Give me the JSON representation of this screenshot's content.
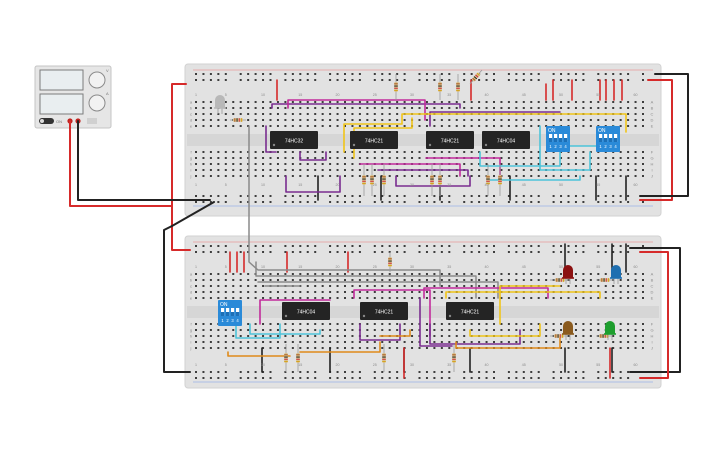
{
  "power_supply": {
    "power_label": "ON",
    "dial_marks": [
      "V",
      "A"
    ]
  },
  "breadboards": [
    {
      "name": "top",
      "row_letters_left": [
        "a",
        "b",
        "c",
        "d",
        "e",
        "f",
        "g",
        "h",
        "i",
        "j"
      ],
      "row_letters_right": [
        "A",
        "B",
        "C",
        "D",
        "E",
        "F",
        "G",
        "H",
        "I",
        "J"
      ],
      "column_numbers": [
        "1",
        "5",
        "10",
        "15",
        "20",
        "25",
        "30",
        "35",
        "40",
        "45",
        "50",
        "55",
        "60"
      ]
    },
    {
      "name": "bottom",
      "row_letters_left": [
        "a",
        "b",
        "c",
        "d",
        "e",
        "f",
        "g",
        "h",
        "i",
        "j"
      ],
      "row_letters_right": [
        "A",
        "B",
        "C",
        "D",
        "E",
        "F",
        "G",
        "H",
        "I",
        "J"
      ],
      "column_numbers": [
        "1",
        "5",
        "10",
        "15",
        "20",
        "25",
        "30",
        "35",
        "40",
        "45",
        "50",
        "55",
        "60"
      ]
    }
  ],
  "chips_top": [
    "74HC32",
    "74HC21",
    "74HC21",
    "74HC04"
  ],
  "chips_bottom": [
    "74HC04",
    "74HC21",
    "74HC21"
  ],
  "dip_switch": {
    "on_label": "ON",
    "positions": [
      "1",
      "2",
      "3",
      "4"
    ]
  },
  "led_colors": {
    "red": "#8b1010",
    "blue": "#1f6fb0",
    "brown": "#8a5a1e",
    "green": "#1e9e2e"
  },
  "wire_colors": {
    "red": "#d62a2a",
    "black": "#222222",
    "purple": "#7a2c8f",
    "magenta": "#c12b9b",
    "yellow": "#f0c419",
    "cyan": "#4cc3d9",
    "orange": "#e08a1a",
    "gray": "#8a8a8a"
  }
}
